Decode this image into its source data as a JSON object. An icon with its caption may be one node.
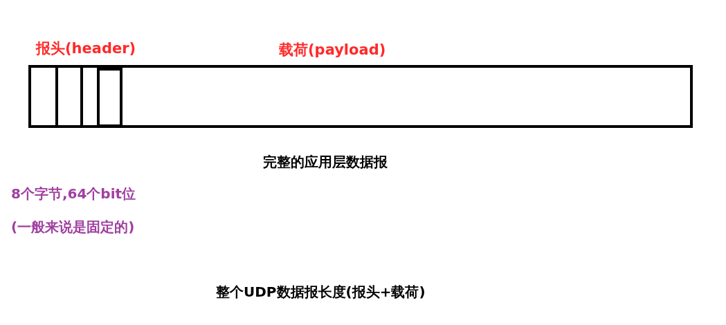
{
  "diagram": {
    "labels": [
      "报头(header)",
      "载荷(payload)",
      "完整的应用层数据报",
      "8个字节,64个bit位",
      "(一般来说是固定的)",
      "整个UDP数据报长度(报头+载荷)"
    ]
  }
}
